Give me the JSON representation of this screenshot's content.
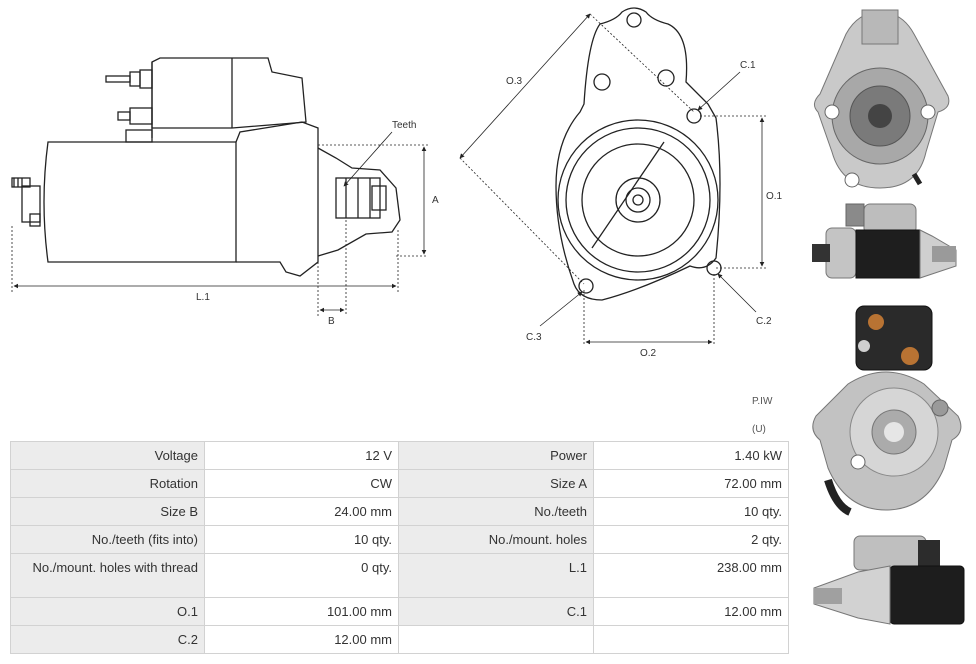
{
  "drawing": {
    "side_labels": {
      "teeth": "Teeth",
      "a": "A",
      "b": "B",
      "l1": "L.1"
    },
    "front_labels": {
      "o3": "O.3",
      "c1": "C.1",
      "o1": "O.1",
      "c2": "C.2",
      "c3": "C.3",
      "o2": "O.2"
    }
  },
  "watermark": {
    "line1": "P.IW",
    "line2": "(U)"
  },
  "specs": [
    [
      {
        "label": "Voltage",
        "value": "12 V"
      },
      {
        "label": "Power",
        "value": "1.40 kW"
      }
    ],
    [
      {
        "label": "Rotation",
        "value": "CW"
      },
      {
        "label": "Size A",
        "value": "72.00 mm"
      }
    ],
    [
      {
        "label": "Size B",
        "value": "24.00 mm"
      },
      {
        "label": "No./teeth",
        "value": "10 qty."
      }
    ],
    [
      {
        "label": "No./teeth (fits into)",
        "value": "10 qty."
      },
      {
        "label": "No./mount. holes",
        "value": "2 qty."
      }
    ],
    [
      {
        "label": "No./mount. holes with thread",
        "value": "0 qty."
      },
      {
        "label": "L.1",
        "value": "238.00 mm"
      }
    ],
    [
      {
        "label": "O.1",
        "value": "101.00 mm"
      },
      {
        "label": "C.1",
        "value": "12.00 mm"
      }
    ],
    [
      {
        "label": "C.2",
        "value": "12.00 mm"
      },
      {
        "label": "",
        "value": ""
      }
    ]
  ]
}
